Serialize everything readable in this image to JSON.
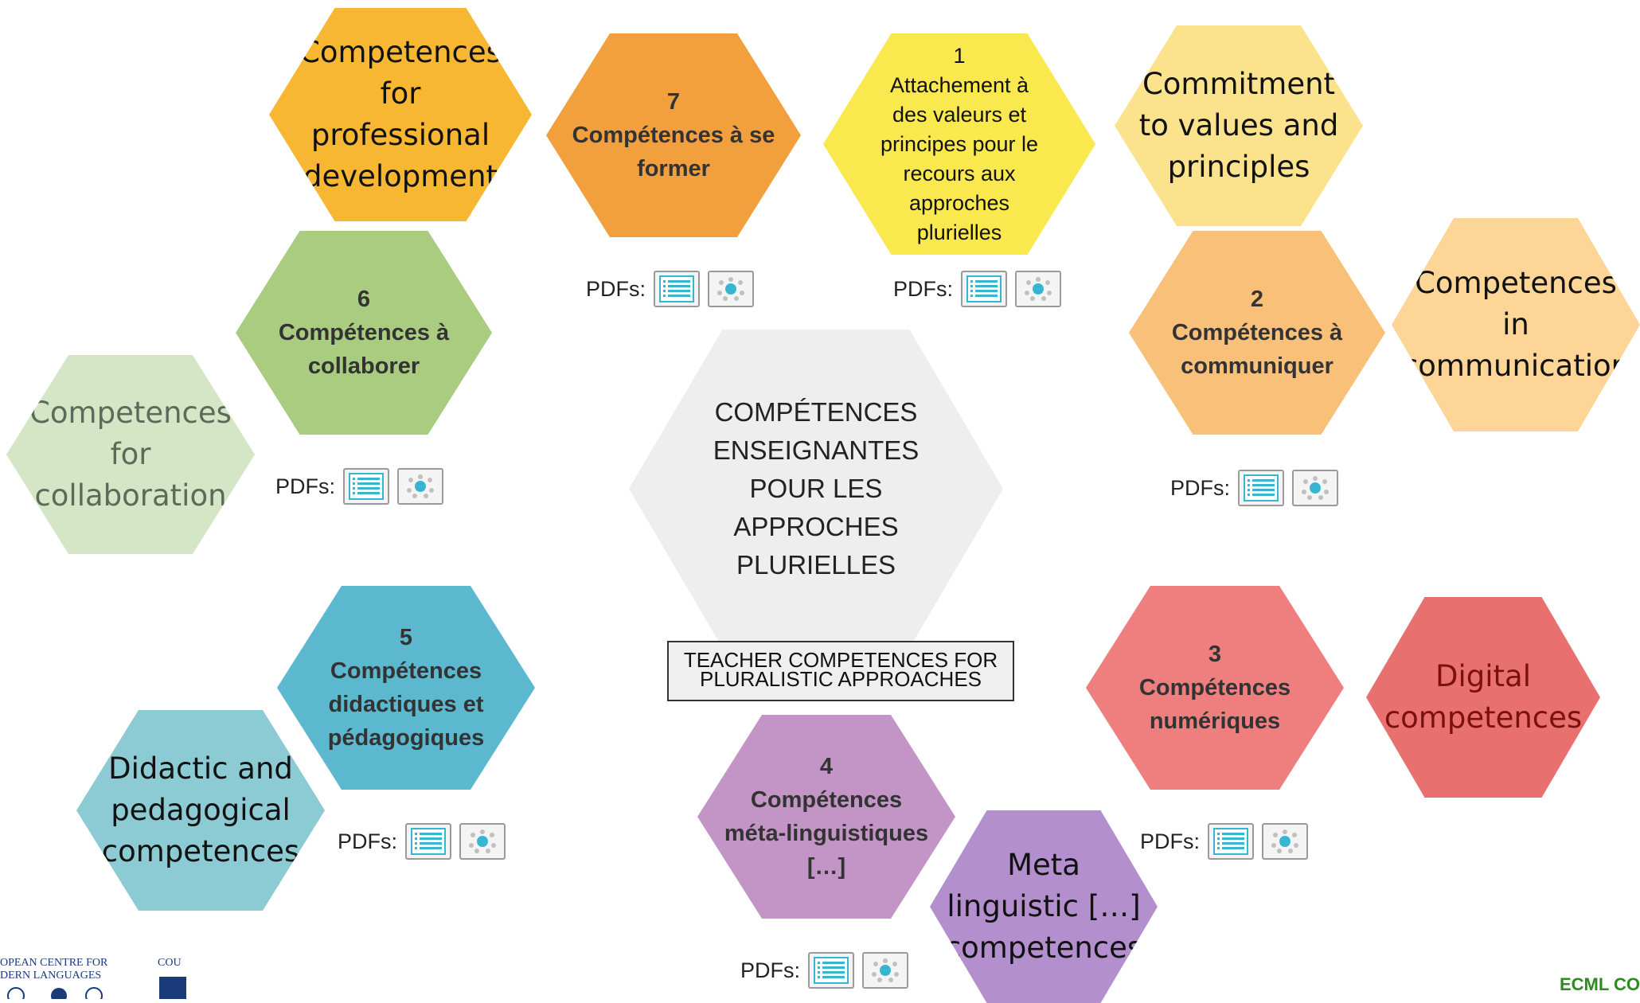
{
  "colors": {
    "hex7": "#f2a03d",
    "en7": "#f7b733",
    "hex1": "#f9e84e",
    "en1": "#fbe38e",
    "hex2": "#f9c07a",
    "en2": "#fcd597",
    "hex6": "#a9cc80",
    "en6": "#d5e6c6",
    "hex5": "#5cb8cf",
    "en5": "#8ccbd3",
    "hex3": "#ee7f7e",
    "en3": "#e8716f",
    "hex4": "#c295c6",
    "en4": "#b38fce",
    "center": "#eeeeee",
    "footer_green": "#2e8b20"
  },
  "center": {
    "title": "COMPÉTENCES ENSEIGNANTES POUR LES APPROCHES PLURIELLES",
    "translation": "TEACHER COMPETENCES FOR PLURALISTIC APPROACHES"
  },
  "hexagons": {
    "h7": {
      "number": "7",
      "label": "Compétences à se former"
    },
    "h1": {
      "number": "1",
      "label": "Attachement à des valeurs et principes pour le recours aux approches plurielles"
    },
    "h2": {
      "number": "2",
      "label": "Compétences à communiquer"
    },
    "h6": {
      "number": "6",
      "label": "Compétences à collaborer"
    },
    "h5": {
      "number": "5",
      "label": "Compétences didactiques et pédagogiques"
    },
    "h3": {
      "number": "3",
      "label": "Compétences numériques"
    },
    "h4": {
      "number": "4",
      "label": "Compétences méta-linguistiques […]"
    }
  },
  "english": {
    "e7": "Competences for professional development",
    "e1": "Commitment to values and principles",
    "e2": "Competences in communication",
    "e6": "Competences for collaboration",
    "e5": "Didactic and pedagogical competences",
    "e3": "Digital competences",
    "e4": "Meta linguistic […] competences"
  },
  "pdf_label": "PDFs:",
  "icons": {
    "list": "list-icon",
    "network": "network-icon"
  },
  "footer": {
    "logo_text_1": "OPEAN CENTRE FOR",
    "logo_text_2": "DERN   LANGUAGES",
    "logo_text_3": "COU",
    "right": "ECML CO"
  }
}
